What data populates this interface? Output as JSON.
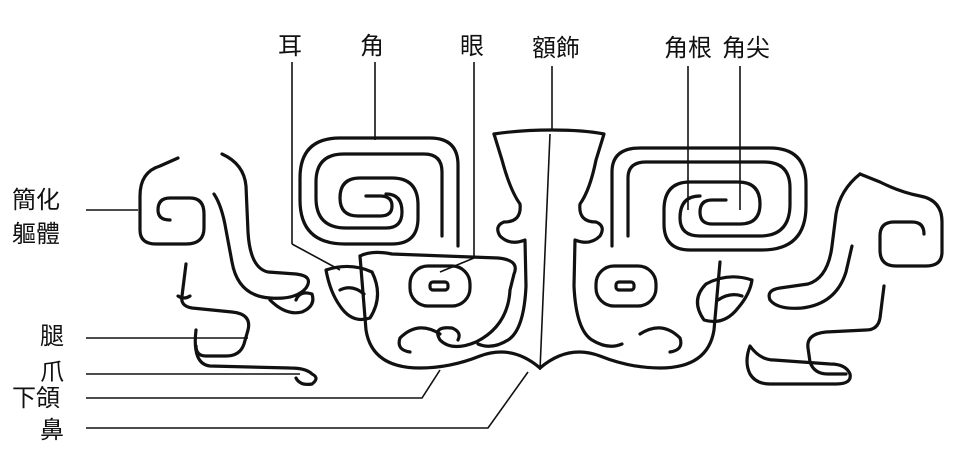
{
  "labels": {
    "ear": "耳",
    "horn": "角",
    "eye": "眼",
    "forehead": "額飾",
    "horn_root": "角根",
    "horn_tip": "角尖",
    "body_line1": "簡化",
    "body_line2": "軀體",
    "leg": "腿",
    "claw": "爪",
    "jaw": "下頜",
    "nose": "鼻"
  },
  "colors": {
    "ink": "#111111",
    "paper": "#ffffff"
  }
}
